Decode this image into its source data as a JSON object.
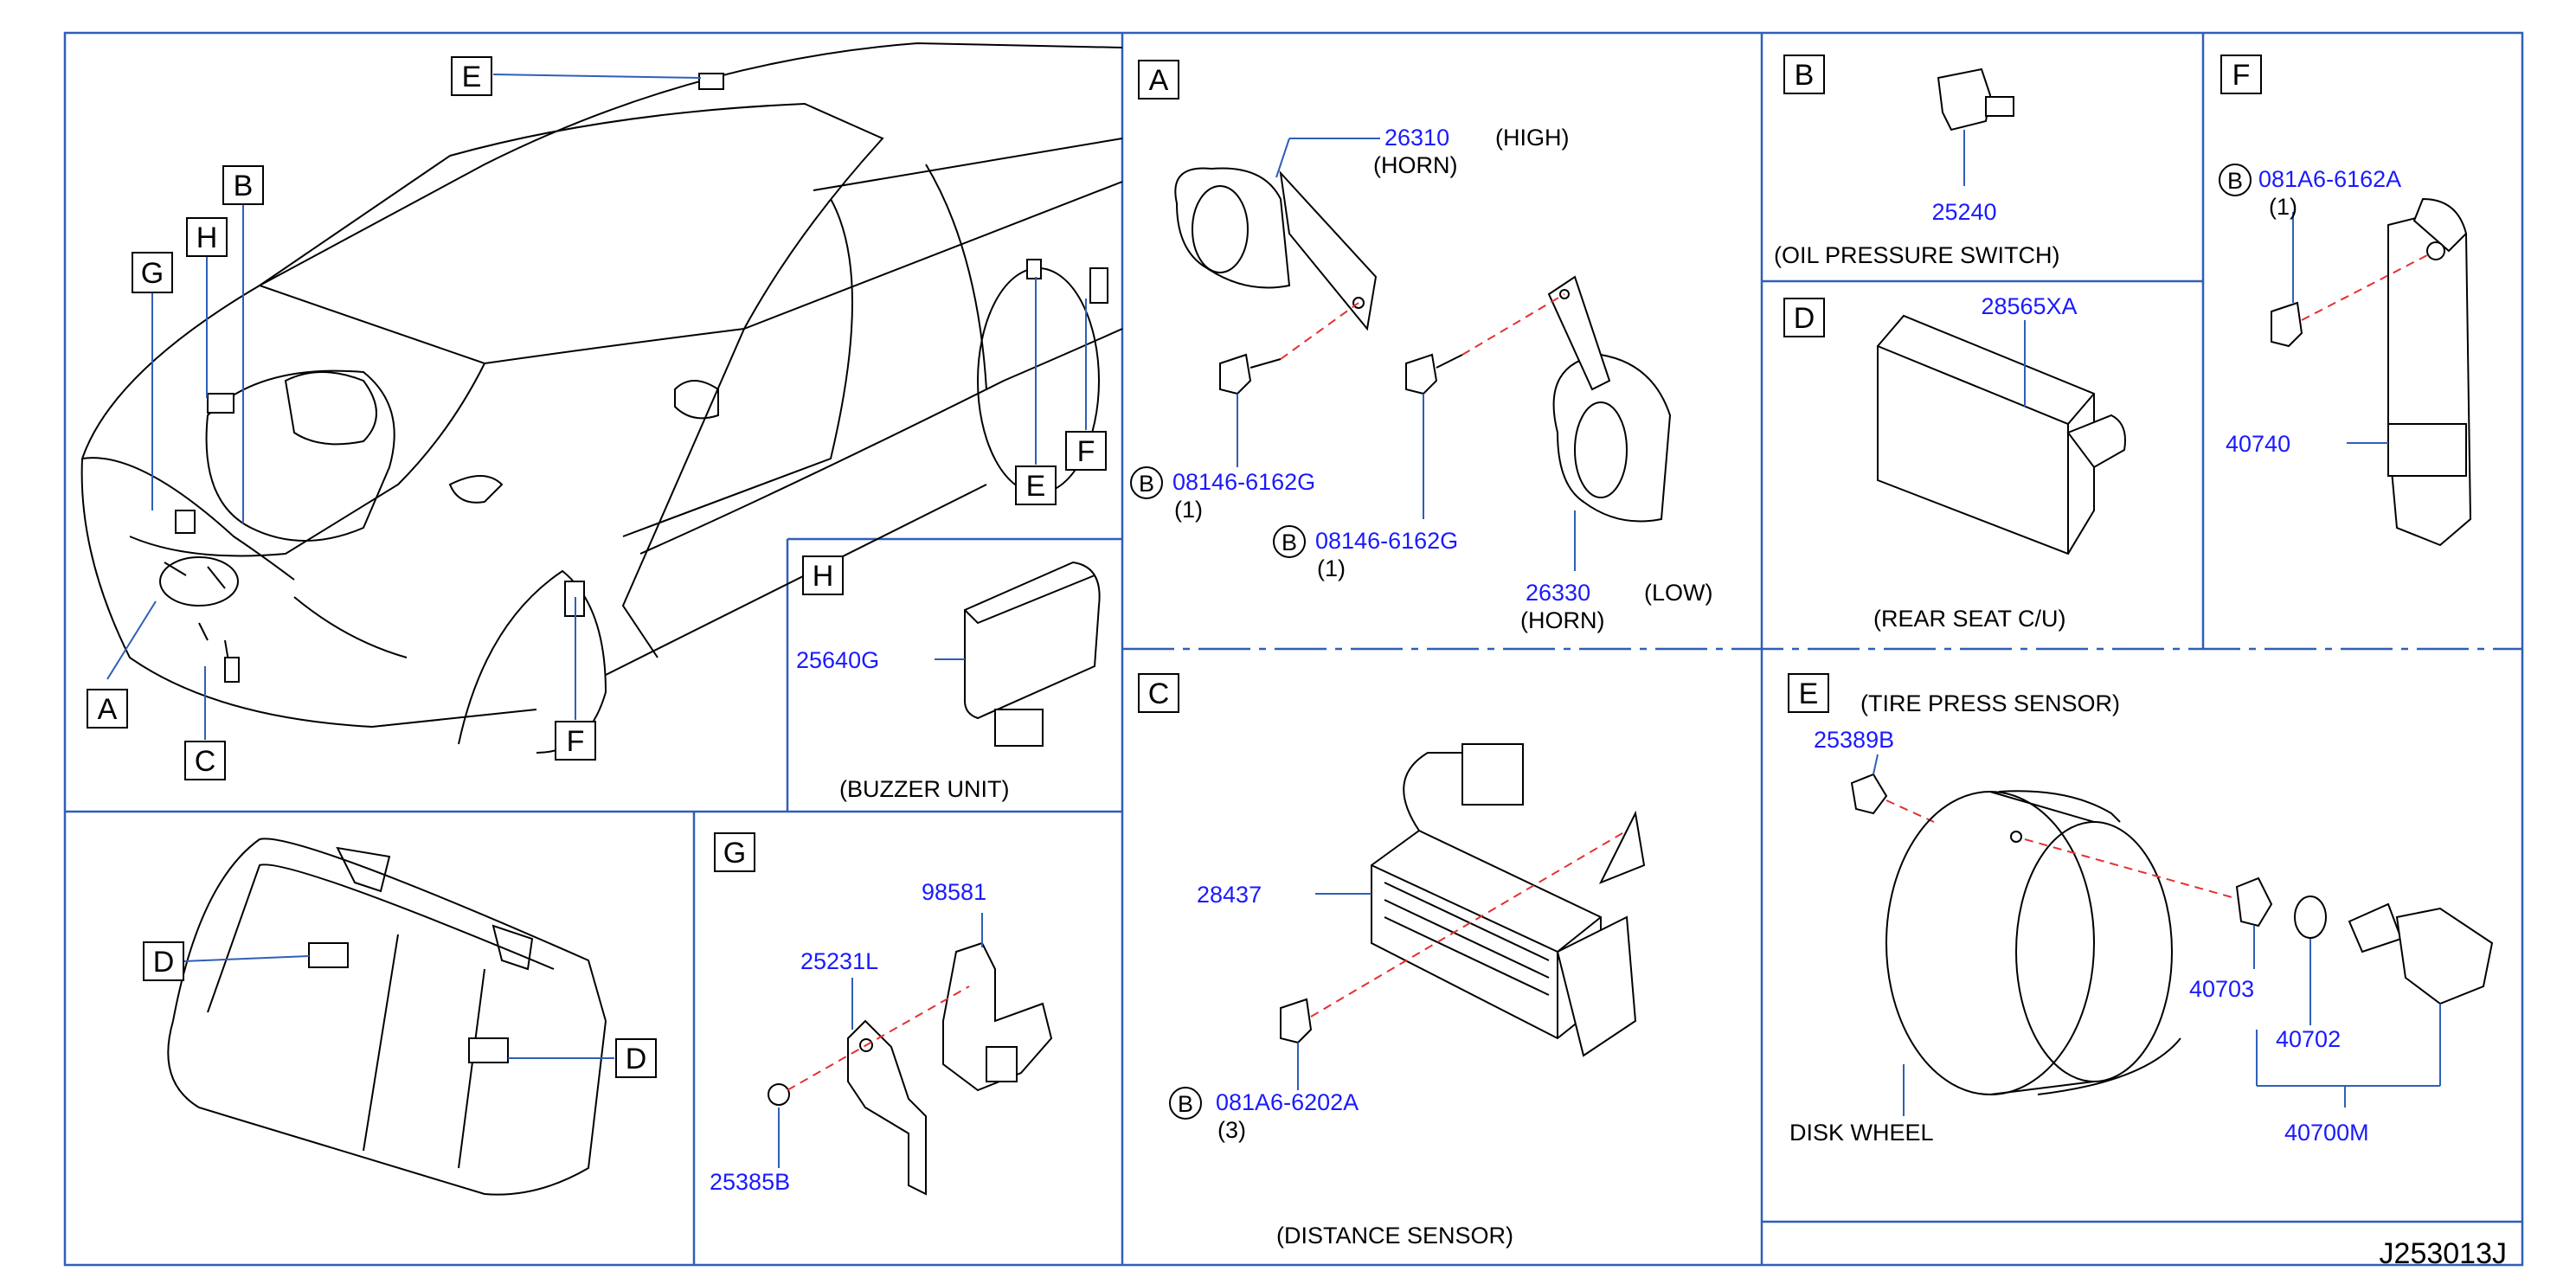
{
  "drawing_number": "J253013J",
  "overview": {
    "callouts": [
      "E",
      "B",
      "H",
      "G",
      "A",
      "C",
      "F",
      "E",
      "F"
    ]
  },
  "seat": {
    "callouts": [
      "D",
      "D"
    ]
  },
  "panel_A": {
    "tag": "A",
    "horn_high_part": "26310",
    "horn_high_desc": "(HIGH)",
    "horn_high_name": "(HORN)",
    "bolt1_mark": "B",
    "bolt1_part": "08146-6162G",
    "bolt1_qty": "(1)",
    "bolt2_mark": "B",
    "bolt2_part": "08146-6162G",
    "bolt2_qty": "(1)",
    "horn_low_part": "26330",
    "horn_low_desc": "(LOW)",
    "horn_low_name": "(HORN)"
  },
  "panel_B": {
    "tag": "B",
    "part": "25240",
    "caption": "(OIL    PRESSURE        SWITCH)"
  },
  "panel_D": {
    "tag": "D",
    "part": "28565XA",
    "caption": "(REAR    SEAT    C/U)"
  },
  "panel_F": {
    "tag": "F",
    "bolt_mark": "B",
    "bolt_part": "081A6-6162A",
    "bolt_qty": "(1)",
    "part": "40740"
  },
  "panel_H": {
    "tag": "H",
    "part": "25640G",
    "caption": "(BUZZER    UNIT)"
  },
  "panel_G": {
    "tag": "G",
    "part_bracket": "98581",
    "part_plate": "25231L",
    "part_nut": "25385B"
  },
  "panel_C": {
    "tag": "C",
    "part": "28437",
    "bolt_mark": "B",
    "bolt_part": "081A6-6202A",
    "bolt_qty": "(3)",
    "caption": "(DISTANCE    SENSOR)"
  },
  "panel_E": {
    "tag": "E",
    "caption": "(TIRE    PRESS    SENSOR)",
    "part_cap": "25389B",
    "part_nut": "40703",
    "part_washer": "40702",
    "part_assy": "40700M",
    "wheel_label": "DISK    WHEEL"
  }
}
